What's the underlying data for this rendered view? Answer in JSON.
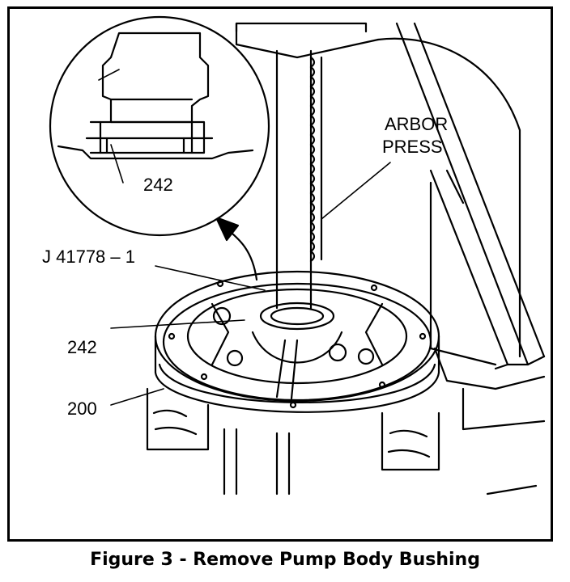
{
  "labels": {
    "arbor": "ARBOR",
    "press": "PRESS",
    "tool": "J 41778 – 1",
    "bushing_detail": "242",
    "bushing_main": "242",
    "pump_body": "200"
  },
  "caption": "Figure 3 - Remove Pump Body Bushing",
  "colors": {
    "ink": "#000000",
    "paper": "#ffffff"
  }
}
